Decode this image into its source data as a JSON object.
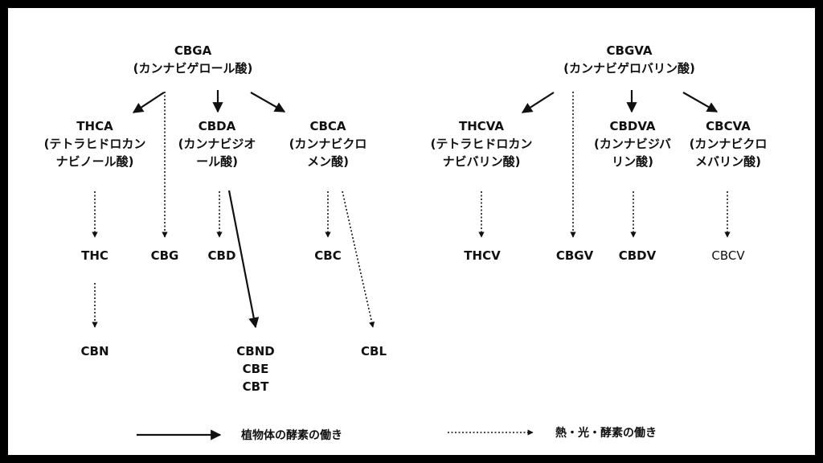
{
  "diagram": {
    "left_tree": {
      "root": {
        "lines": [
          "CBGA",
          "(カンナビゲロール酸)"
        ]
      },
      "acids": [
        {
          "lines": [
            "THCA",
            "(テトラヒドロカン",
            "ナビノール酸)"
          ]
        },
        {
          "lines": [
            "CBDA",
            "(カンナビジオ",
            "ール酸)"
          ]
        },
        {
          "lines": [
            "CBCA",
            "(カンナビクロ",
            "メン酸)"
          ]
        }
      ],
      "neutrals": {
        "thc": "THC",
        "cbg": "CBG",
        "cbd": "CBD",
        "cbc": "CBC"
      },
      "degradation": {
        "cbn": "CBN",
        "cbd_products": [
          "CBND",
          "CBE",
          "CBT"
        ],
        "cbl": "CBL"
      }
    },
    "right_tree": {
      "root": {
        "lines": [
          "CBGVA",
          "(カンナビゲロバリン酸)"
        ]
      },
      "acids": [
        {
          "lines": [
            "THCVA",
            "(テトラヒドロカン",
            "ナビバリン酸)"
          ]
        },
        {
          "lines": [
            "CBDVA",
            "(カンナビジバ",
            "リン酸)"
          ]
        },
        {
          "lines": [
            "CBCVA",
            "(カンナビクロ",
            "メバリン酸)"
          ]
        }
      ],
      "neutrals": {
        "thcv": "THCV",
        "cbgv": "CBGV",
        "cbdv": "CBDV",
        "cbcv": "CBCV"
      }
    },
    "legend": {
      "solid_label": "植物体の酵素の働き",
      "dotted_label": "熱・光・酵素の働き"
    },
    "colors": {
      "frame": "#000000",
      "background": "#ffffff",
      "ink": "#111111"
    }
  }
}
